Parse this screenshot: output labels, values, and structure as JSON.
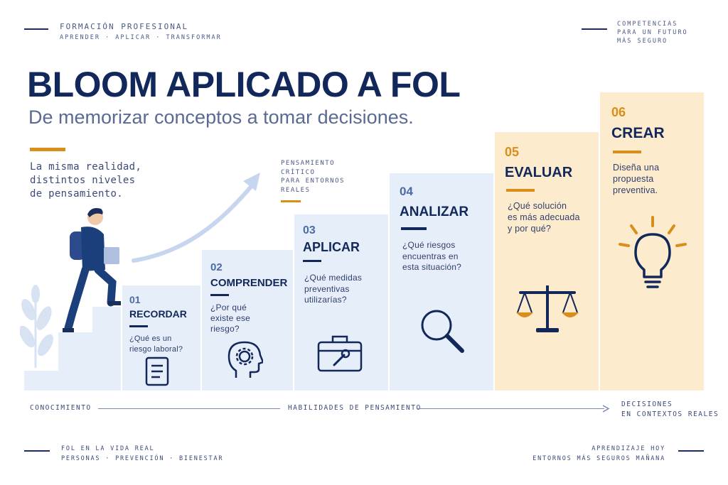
{
  "header": {
    "left_title": "FORMACIÓN PROFESIONAL",
    "left_sub": "APRENDER · APLICAR · TRANSFORMAR",
    "right_line1": "COMPETENCIAS",
    "right_line2": "PARA UN FUTURO",
    "right_line3": "MÁS SEGURO"
  },
  "title": "BLOOM APLICADO A FOL",
  "subtitle": "De memorizar conceptos a tomar decisiones.",
  "lead": [
    "La misma realidad,",
    "distintos niveles",
    "de pensamiento."
  ],
  "callout": [
    "PENSAMIENTO",
    "CRÍTICO",
    "PARA ENTORNOS",
    "REALES"
  ],
  "steps": [
    {
      "num": "01",
      "name": "RECORDAR",
      "question": [
        "¿Qué es un",
        "riesgo laboral?"
      ],
      "icon": "document-icon"
    },
    {
      "num": "02",
      "name": "COMPRENDER",
      "question": [
        "¿Por qué",
        "existe ese",
        "riesgo?"
      ],
      "icon": "head-gear-icon"
    },
    {
      "num": "03",
      "name": "APLICAR",
      "question": [
        "¿Qué medidas",
        "preventivas",
        "utilizarías?"
      ],
      "icon": "toolbox-icon"
    },
    {
      "num": "04",
      "name": "ANALIZAR",
      "question": [
        "¿Qué riesgos",
        "encuentras en",
        "esta situación?"
      ],
      "icon": "magnifier-icon"
    },
    {
      "num": "05",
      "name": "EVALUAR",
      "question": [
        "¿Qué solución",
        "es más adecuada",
        "y por qué?"
      ],
      "icon": "scale-icon"
    },
    {
      "num": "06",
      "name": "CREAR",
      "question": [
        "Diseña una",
        "propuesta",
        "preventiva."
      ],
      "icon": "lightbulb-icon"
    }
  ],
  "axis": {
    "left": "CONOCIMIENTO",
    "middle": "HABILIDADES DE PENSAMIENTO",
    "right_line1": "DECISIONES",
    "right_line2": "EN CONTEXTOS REALES"
  },
  "footer": {
    "left_line1": "FOL EN LA VIDA REAL",
    "left_line2": "PERSONAS · PREVENCIÓN · BIENESTAR",
    "right_line1": "APRENDIZAJE HOY",
    "right_line2": "ENTORNOS MÁS SEGUROS MAÑANA"
  },
  "colors": {
    "navy": "#13285a",
    "orange": "#d98e1c",
    "step_blue": "#e6eef9",
    "step_warm": "#fcebcc"
  }
}
